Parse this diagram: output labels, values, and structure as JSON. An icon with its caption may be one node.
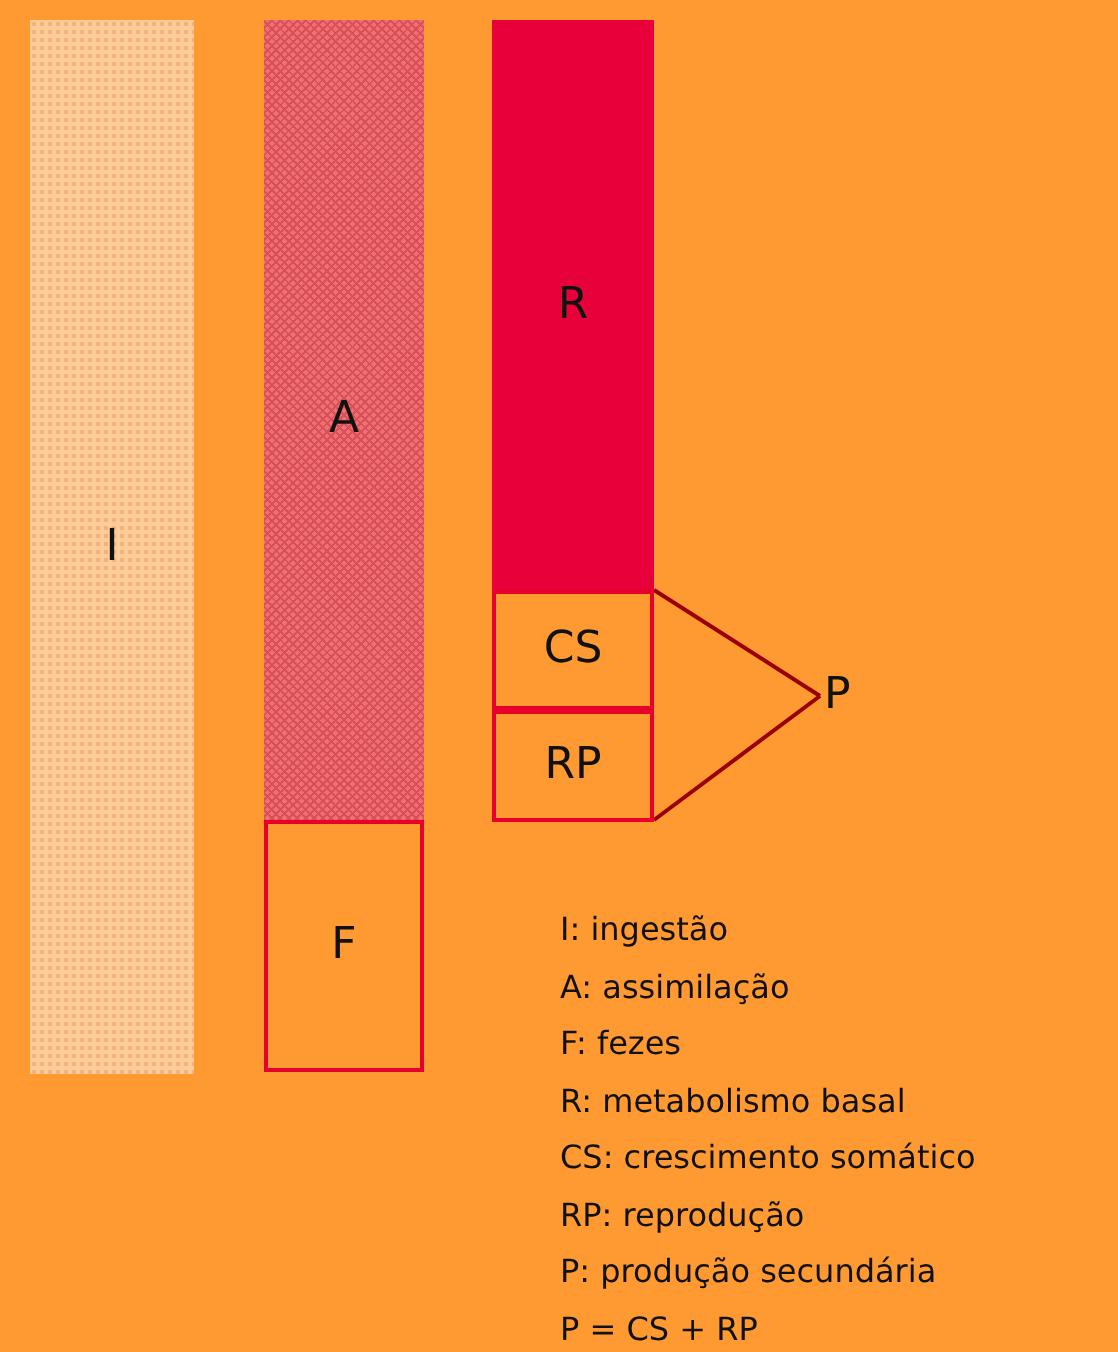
{
  "diagram": {
    "nodes": [
      {
        "text": [
          "I"
        ]
      },
      {
        "text": [
          "A"
        ]
      },
      {
        "text": [
          "F"
        ]
      },
      {
        "text": [
          "R"
        ]
      },
      {
        "text": [
          "CS"
        ]
      },
      {
        "text": [
          "RP"
        ]
      },
      {
        "text": [
          "P"
        ]
      }
    ],
    "edges": [
      {
        "from": 4,
        "to": 6,
        "arrow": "none",
        "color": "#990000"
      },
      {
        "from": 5,
        "to": 6,
        "arrow": "none",
        "color": "#990000"
      }
    ],
    "labels": [
      "I: ingestão",
      "A: assimilação",
      "F: fezes",
      "R: metabolismo basal",
      "CS: crescimento somático",
      "RP: reprodução",
      "P: produção secundária",
      "P = CS + RP"
    ]
  }
}
